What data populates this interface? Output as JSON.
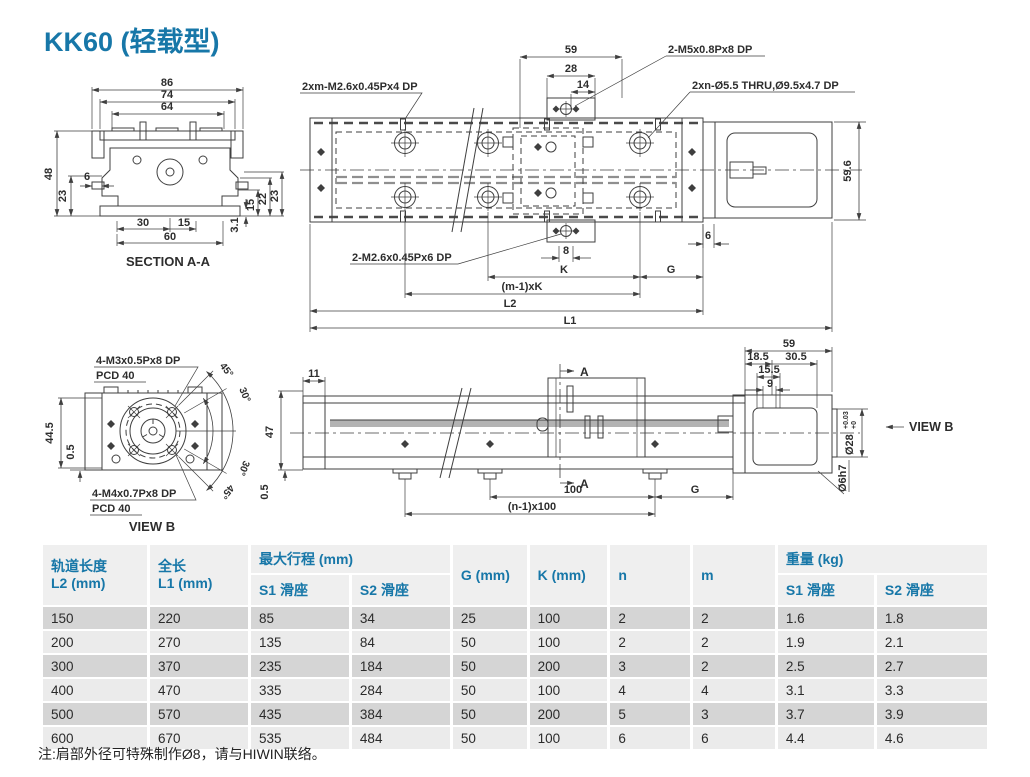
{
  "page": {
    "title": "KK60 (轻载型)",
    "note": "注:肩部外径可特殊制作Ø8，请与HIWIN联络。"
  },
  "colors": {
    "accent_blue": "#1777a8",
    "header_bg": "#efefef",
    "row_dark": "#d5d5d5",
    "row_light": "#ebebeb",
    "drawing_line": "#3f3f3f"
  },
  "section_view": {
    "caption": "SECTION A-A",
    "dim_86": "86",
    "dim_74": "74",
    "dim_64": "64",
    "dim_48": "48",
    "dim_23_left": "23",
    "dim_6": "6",
    "dim_15_right": "15",
    "dim_22": "22",
    "dim_23_right": "23",
    "dim_3_1": "3.1",
    "dim_30": "30",
    "dim_15_bottom": "15",
    "dim_60": "60"
  },
  "plan_view": {
    "leader_carriage_taps": "2xm-M2.6x0.45Px4 DP",
    "leader_end_taps": "2-M5x0.8Px8 DP",
    "leader_mount_holes": "2xn-Ø5.5 THRU,Ø9.5x4.7 DP",
    "leader_sensor_taps": "2-M2.6x0.45Px6 DP",
    "dim_59": "59",
    "dim_28": "28",
    "dim_14": "14",
    "dim_8": "8",
    "dim_6": "6",
    "dim_59_6": "59.6",
    "dim_K": "K",
    "dim_G": "G",
    "dim_m1xK": "(m-1)xK",
    "dim_L2": "L2",
    "dim_L1": "L1"
  },
  "view_b": {
    "caption": "VIEW B",
    "leader_top_line1": "4-M3x0.5Px8 DP",
    "leader_top_line2": "PCD 40",
    "leader_bottom_line1": "4-M4x0.7Px8 DP",
    "leader_bottom_line2": "PCD 40",
    "dim_44_5": "44.5",
    "dim_0_5": "0.5",
    "angle_45_top": "45°",
    "angle_30_top": "30°",
    "angle_30_bottom": "30°",
    "angle_45_bottom": "45°"
  },
  "side_view": {
    "dim_11": "11",
    "dim_47": "47",
    "dim_0_5": "0.5",
    "dim_59": "59",
    "dim_18_5": "18.5",
    "dim_30_5": "30.5",
    "dim_15_5": "15.5",
    "dim_9": "9",
    "dim_100": "100",
    "dim_G": "G",
    "dim_n1x100": "(n-1)x100",
    "shaft_dia": "Ø28",
    "shaft_tol_upper": "+0.03",
    "shaft_tol_lower": "+0",
    "dim_6h7": "Ø6h7",
    "section_marker": "A",
    "view_b_label": "VIEW B"
  },
  "table": {
    "headers": {
      "rail_length_line1": "轨道长度",
      "rail_length_line2": "L2 (mm)",
      "total_length_line1": "全长",
      "total_length_line2": "L1 (mm)",
      "max_stroke_group": "最大行程 (mm)",
      "stroke_s1": "S1 滑座",
      "stroke_s2": "S2 滑座",
      "g": "G (mm)",
      "k": "K (mm)",
      "n": "n",
      "m": "m",
      "weight_group": "重量 (kg)",
      "weight_s1": "S1 滑座",
      "weight_s2": "S2 滑座"
    },
    "rows": [
      [
        "150",
        "220",
        "85",
        "34",
        "25",
        "100",
        "2",
        "2",
        "1.6",
        "1.8"
      ],
      [
        "200",
        "270",
        "135",
        "84",
        "50",
        "100",
        "2",
        "2",
        "1.9",
        "2.1"
      ],
      [
        "300",
        "370",
        "235",
        "184",
        "50",
        "200",
        "3",
        "2",
        "2.5",
        "2.7"
      ],
      [
        "400",
        "470",
        "335",
        "284",
        "50",
        "100",
        "4",
        "4",
        "3.1",
        "3.3"
      ],
      [
        "500",
        "570",
        "435",
        "384",
        "50",
        "200",
        "5",
        "3",
        "3.7",
        "3.9"
      ],
      [
        "600",
        "670",
        "535",
        "484",
        "50",
        "100",
        "6",
        "6",
        "4.4",
        "4.6"
      ]
    ]
  }
}
